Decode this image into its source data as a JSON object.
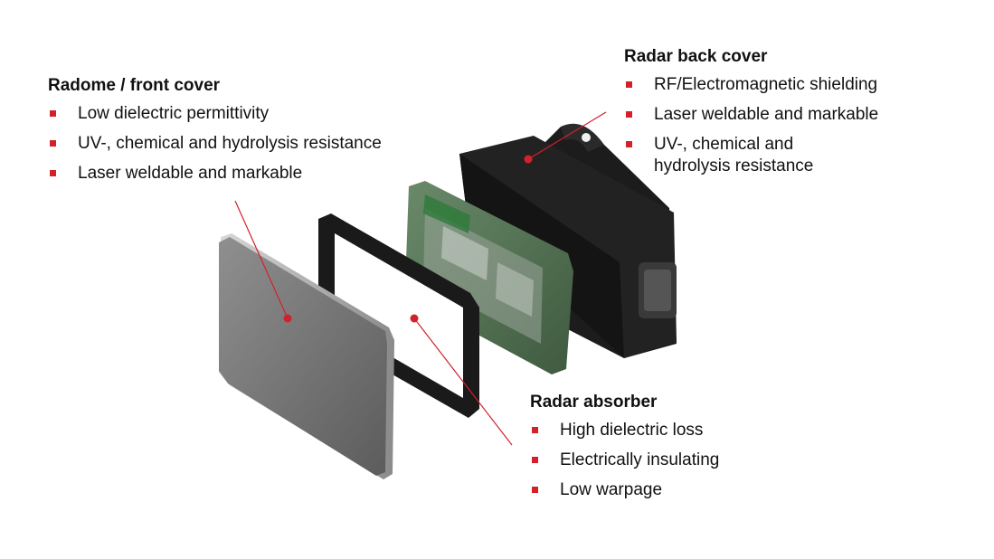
{
  "callouts": {
    "radome": {
      "title": "Radome / front cover",
      "items": [
        "Low dielectric permittivity",
        "UV-, chemical and hydrolysis resistance",
        "Laser weldable and markable"
      ]
    },
    "back_cover": {
      "title": "Radar back cover",
      "items": [
        "RF/Electromagnetic shielding",
        "Laser weldable and markable",
        "UV-, chemical and hydrolysis resistance"
      ]
    },
    "absorber": {
      "title": "Radar absorber",
      "items": [
        "High dielectric loss",
        "Electrically insulating",
        "Low warpage"
      ]
    }
  },
  "colors": {
    "accent": "#d3212c",
    "text": "#111111",
    "background": "#ffffff"
  }
}
